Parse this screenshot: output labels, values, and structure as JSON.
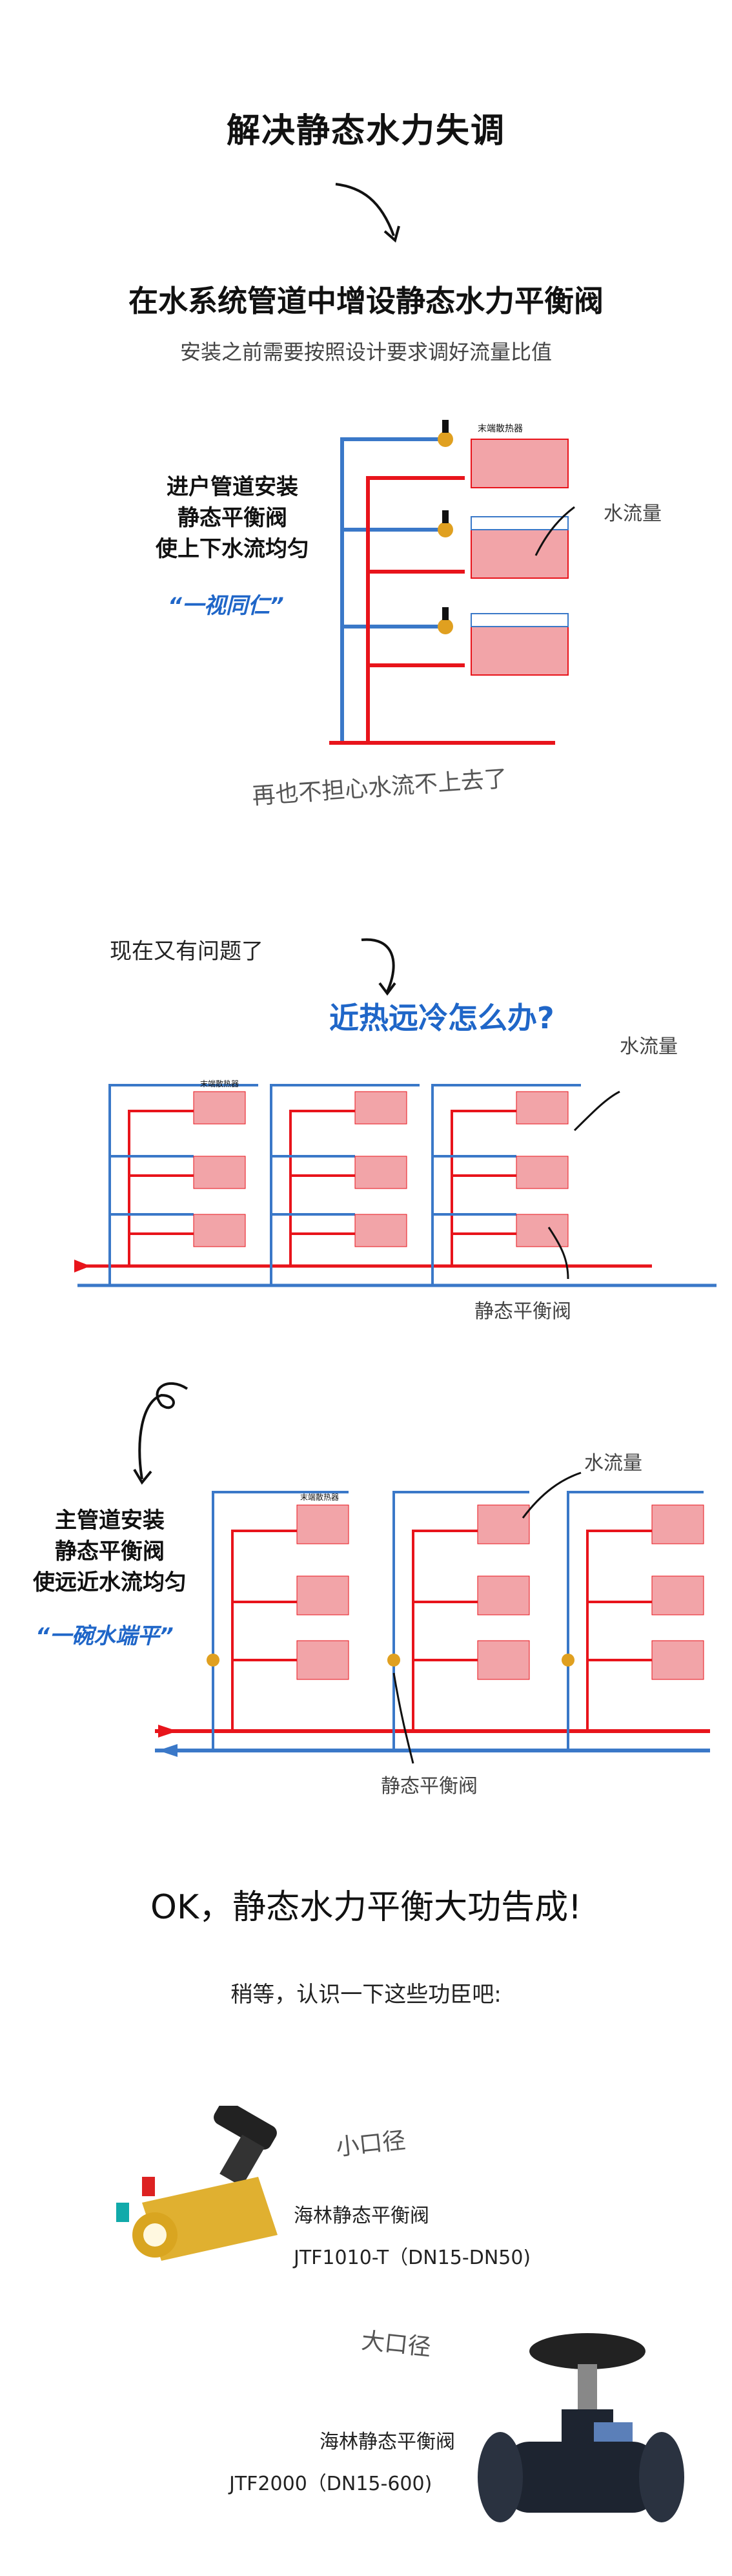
{
  "section1": {
    "title": "解决静态水力失调",
    "headline": "在水系统管道中增设静态水力平衡阀",
    "subheadline": "安装之前需要按照设计要求调好流量比值",
    "left_text": [
      "进户管道安装",
      "静态平衡阀",
      "使上下水流均匀"
    ],
    "quote": "“一视同仁”",
    "flow_label": "水流量",
    "radiator_label": "末端散热器",
    "bottom_note": "再也不担心水流不上去了"
  },
  "section2": {
    "question": "现在又有问题了",
    "blue_title": "近热远冷怎么办?",
    "flow_label": "水流量",
    "valve_label": "静态平衡阀",
    "radiator_label": "末端散热器"
  },
  "section3": {
    "left_text": [
      "主管道安装",
      "静态平衡阀",
      "使远近水流均匀"
    ],
    "quote": "“一碗水端平”",
    "flow_label": "水流量",
    "valve_label": "静态平衡阀",
    "radiator_label": "末端散热器"
  },
  "section4": {
    "ok_title": "OK，静态水力平衡大功告成!",
    "intro": "稍等，认识一下这些功臣吧:",
    "product1": {
      "size_label": "小口径",
      "name": "海林静态平衡阀",
      "model": "JTF1010-T（DN15-DN50)"
    },
    "product2": {
      "size_label": "大口径",
      "name": "海林静态平衡阀",
      "model": "JTF2000（DN15-600)"
    }
  },
  "colors": {
    "pipe_red": "#e8141b",
    "pipe_blue": "#3a78c8",
    "radiator": "#f2a4a8",
    "accent_blue": "#1f66c8"
  }
}
